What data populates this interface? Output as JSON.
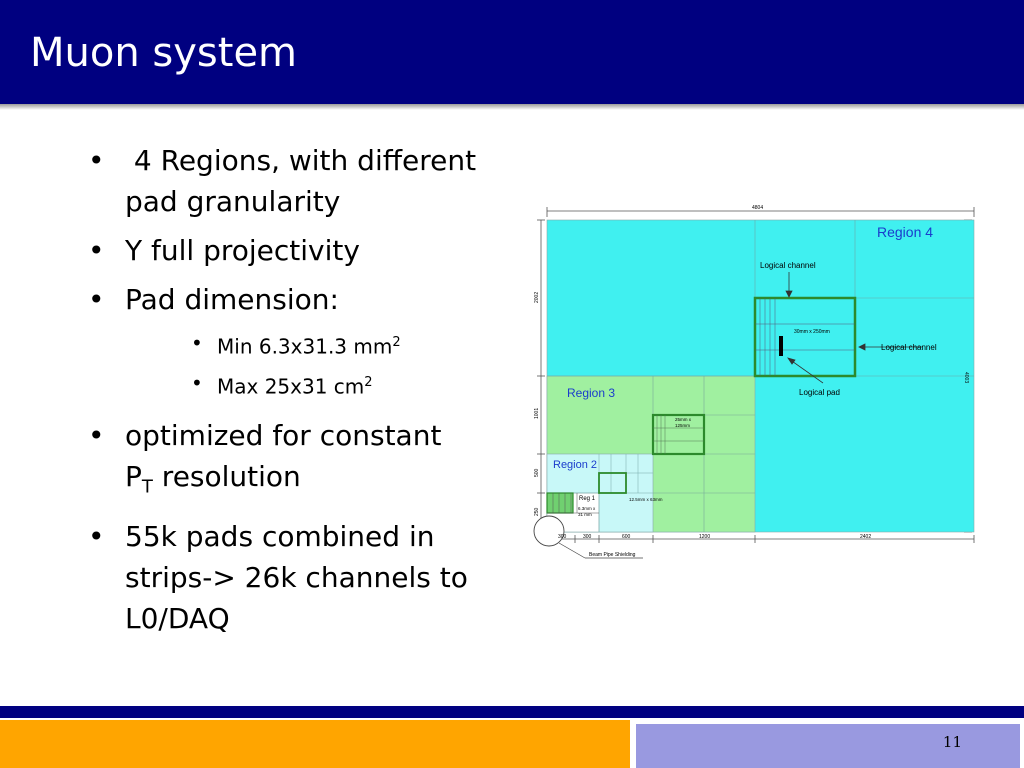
{
  "slide": {
    "title": "Muon system",
    "page_number": "11",
    "colors": {
      "title_bar": "#000080",
      "footer_orange": "#ffa500",
      "footer_lavender": "#9999e0",
      "region4": "#40f0f0",
      "region3": "#a0f0a0",
      "region2": "#c8f8f8",
      "region1": "#70d070",
      "frame": "#2c8a2c"
    }
  },
  "bullets": {
    "b1": " 4 Regions, with different pad granularity",
    "b2": "Y full projectivity",
    "b3": "Pad dimension:",
    "s1_pre": "Min 6.3x31.3 mm",
    "s1_sup": "2",
    "s2_pre": "Max 25x31 cm",
    "s2_sup": "2",
    "b4_line1": "optimized for constant",
    "b4_p": "P",
    "b4_sub": "T",
    "b4_rest": " resolution",
    "b5": "55k pads combined in strips-> 26k channels to L0/DAQ"
  },
  "diagram": {
    "region4": "Region 4",
    "region3": "Region 3",
    "region2": "Region 2",
    "region1": "Reg 1",
    "logical_channel_top": "Logical channel",
    "logical_channel_right": "Logical channel",
    "logical_pad": "Logical pad",
    "r4_pad_size": "30mm x 250mm",
    "r3_pad_size_1": "25mm x",
    "r3_pad_size_2": "125mm",
    "r2_pad_size": "12.5mm x 63mm",
    "r1_pad_size_1": "6.3mm x",
    "r1_pad_size_2": "31 mm",
    "beam_pipe": "Beam Pipe Shielding",
    "dim_top": "4804",
    "dim_right": "4003",
    "dim_left_1": "2002",
    "dim_left_2": "1001",
    "dim_left_3": "500",
    "dim_left_4": "250",
    "dim_b1": "300",
    "dim_b2": "300",
    "dim_b3": "600",
    "dim_b4": "1200",
    "dim_b5": "2402"
  }
}
